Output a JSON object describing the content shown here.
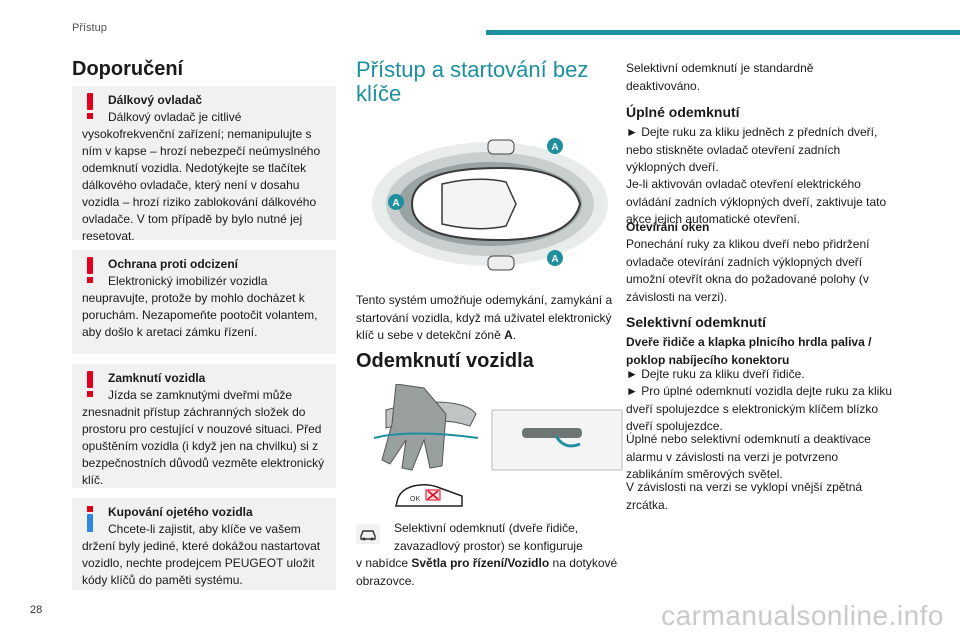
{
  "header": {
    "section": "Přístup"
  },
  "page_number": "28",
  "watermark": "carmanualsonline.info",
  "col1": {
    "title": "Doporučení",
    "boxes": [
      {
        "title": "Dálkový ovladač",
        "first": "Dálkový ovladač je citlivé",
        "rest": "vysokofrekvenční zařízení; nemanipulujte s ním v kapse – hrozí nebezpečí neúmyslného odemknutí vozidla. Nedotýkejte se tlačítek dálkového ovladače, který není v dosahu vozidla – hrozí riziko zablokování dálkového ovladače. V tom případě by bylo nutné jej resetovat."
      },
      {
        "title": "Ochrana proti odcizení",
        "first": "Elektronický imobilizér vozidla",
        "rest": "neupravujte, protože by mohlo docházet k poruchám. Nezapomeňte pootočit volantem, aby došlo k aretaci zámku řízení."
      },
      {
        "title": "Zamknutí vozidla",
        "first": "Jízda se zamknutými dveřmi může",
        "rest": "znesnadnit přístup záchranných složek do prostoru pro cestující v nouzové situaci. Před opuštěním vozidla (i když jen na chvilku) si z bezpečnostních důvodů vezměte elektronický klíč."
      },
      {
        "title": "Kupování ojetého vozidla",
        "first": "Chcete-li zajistit, aby klíče ve vašem",
        "rest": "držení byly jediné, které dokážou nastartovat vozidlo, nechte prodejcem PEUGEOT uložit kódy klíčů do paměti systému."
      }
    ]
  },
  "col2": {
    "title_line1": "Přístup a startování bez",
    "title_line2": "klíče",
    "zone_label": "A",
    "intro_pre": "Tento systém umožňuje odemykání, zamykání a startování vozidla, když má uživatel elektronický klíč u sebe v detekční zóně ",
    "intro_bold": "A",
    "intro_post": ".",
    "section_title": "Odemknutí vozidla",
    "ok_label": "OK",
    "note_line1": "Selektivní odemknutí (dveře řidiče,",
    "note_line2": "zavazadlový prostor) se konfiguruje",
    "note_line3_pre": "v nabídce ",
    "note_line3_bold": "Světla pro řízení/Vozidlo",
    "note_line3_post": " na dotykové",
    "note_line4": "obrazovce."
  },
  "col3": {
    "intro": "Selektivní odemknutí je standardně deaktivováno.",
    "full_title": "Úplné odemknutí",
    "full_text": "► Dejte ruku za kliku jedněch z předních dveří, nebo stiskněte ovladač otevření zadních výklopných dveří.",
    "full_text2": "Je-li aktivován ovladač otevření elektrického ovládání zadních výklopných dveří, zaktivuje tato akce jejich automatické otevření.",
    "open_title": "Otevírání oken",
    "open_text": "Ponechání ruky za klikou dveří nebo přidržení ovladače otevírání zadních výklopných dveří umožní otevřít okna do požadované polohy (v závislosti na verzi).",
    "sel_title": "Selektivní odemknutí",
    "sel_sub": "Dveře řidiče a klapka plnicího hrdla paliva / poklop nabíjecího konektoru",
    "sel_step1": "► Dejte ruku za kliku dveří řidiče.",
    "sel_step2": "► Pro úplné odemknutí vozidla dejte ruku za kliku dveří spolujezdce s elektronickým klíčem blízko dveří spolujezdce.",
    "sel_text": "Úplné nebo selektivní odemknutí a deaktivace alarmu v závislosti na verzi je potvrzeno zablikáním směrových světel.",
    "sel_text2": "V závislosti na verzi se vyklopí vnější zpětná zrcátka."
  }
}
